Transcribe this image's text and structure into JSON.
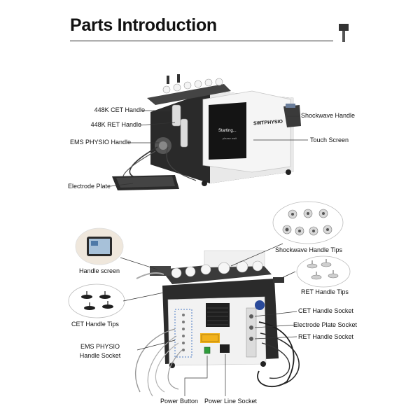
{
  "title": "Parts Introduction",
  "screen": {
    "brand": "SWTPHYSIO",
    "status": "Starting...",
    "sub": "please wait"
  },
  "top_labels": {
    "cet_handle": "448K CET Handle",
    "ret_handle": "448K RET Handle",
    "ems_handle": "EMS PHYSIO Handle",
    "electrode_plate": "Electrode Plate",
    "shockwave_handle": "Shockwave Handle",
    "touch_screen": "Touch Screen"
  },
  "bottom_labels": {
    "handle_screen": "Handle screen",
    "shockwave_tips": "Shockwave Handle Tips",
    "ret_tips": "RET Handle Tips",
    "cet_tips": "CET Handle Tips",
    "cet_socket": "CET Handle Socket",
    "electrode_socket": "Electrode Plate Socket",
    "ret_socket": "RET Handle Socket",
    "ems_socket_line1": "EMS PHYSIO",
    "ems_socket_line2": "Handle Socket",
    "power_button": "Power Button",
    "power_line_socket": "Power Line Socket"
  }
}
